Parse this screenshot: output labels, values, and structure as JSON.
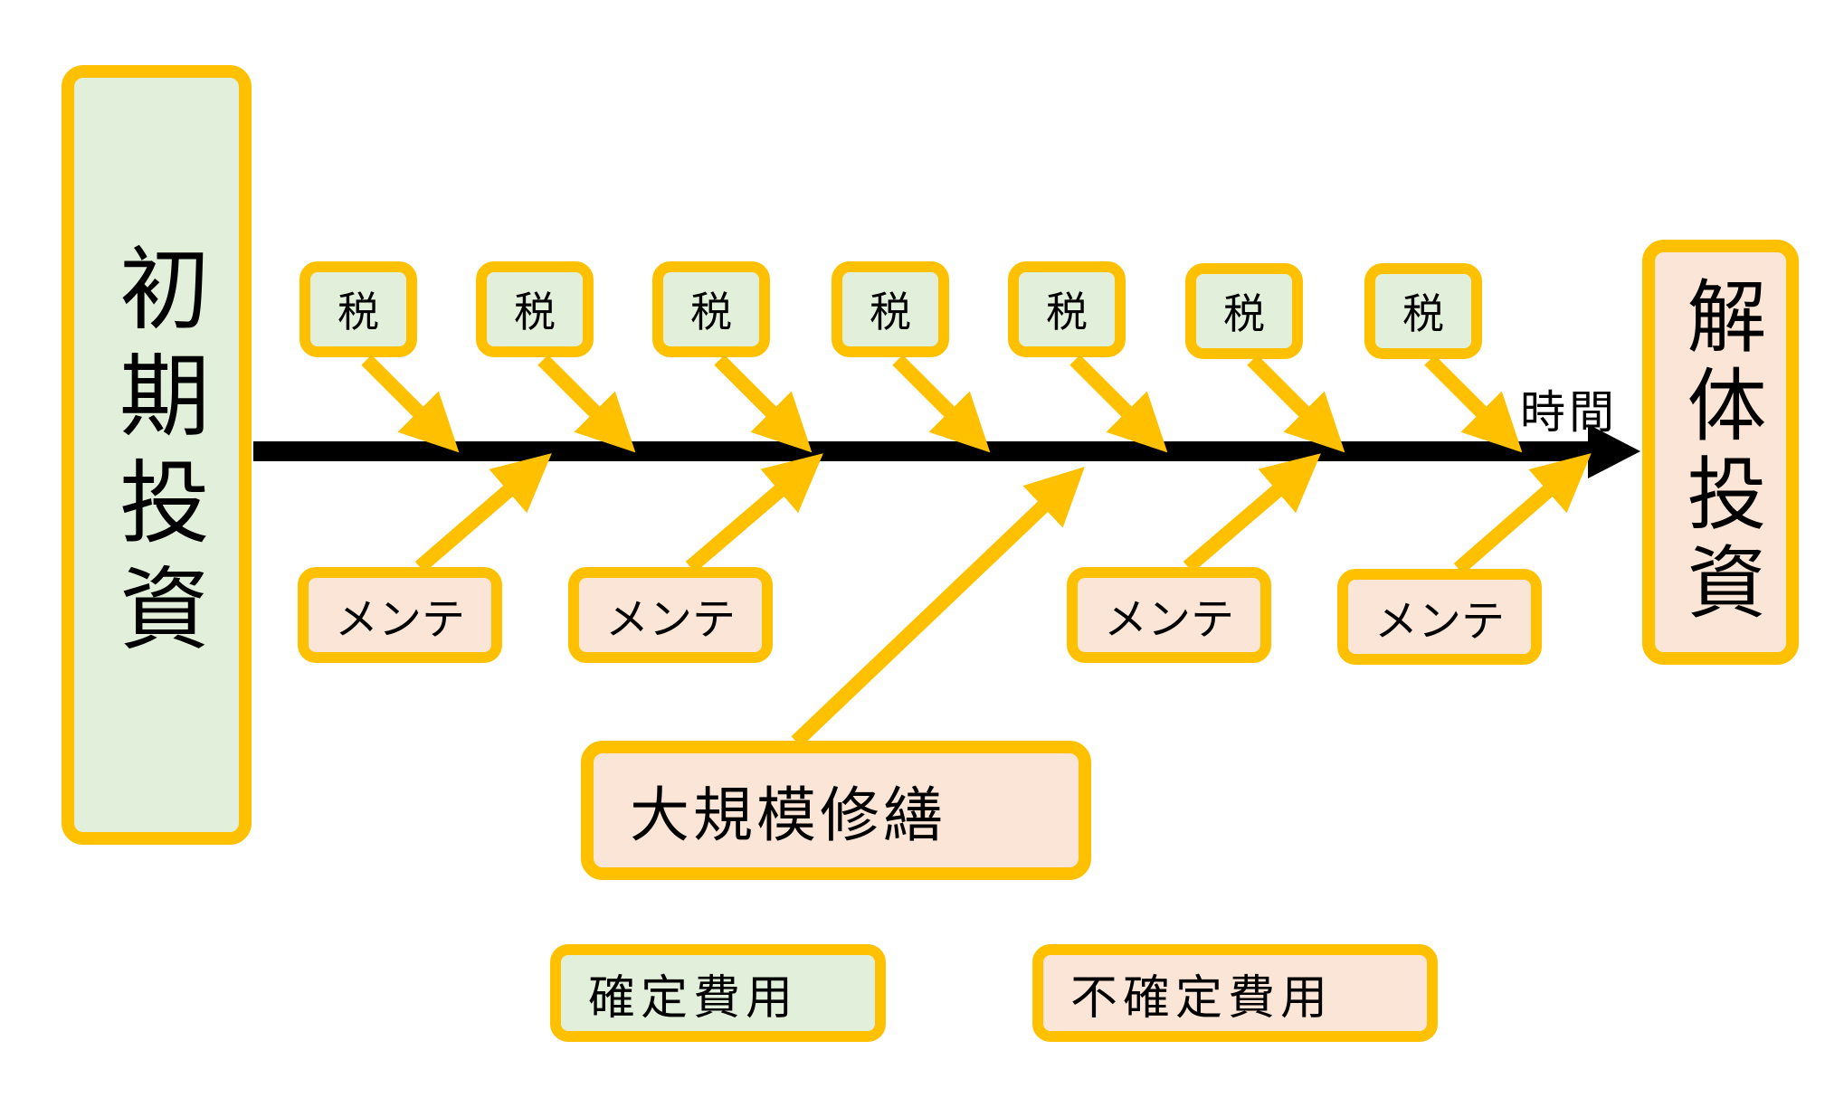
{
  "diagram": {
    "initial_investment": "初期投資",
    "demolition_investment": "解体投資",
    "time_axis_label": "時間",
    "tax_label": "税",
    "tax_count": 7,
    "maintenance_label": "メンテ",
    "maintenance_count": 4,
    "major_repair_label": "大規模修繕",
    "legend": {
      "fixed_cost": "確定費用",
      "uncertain_cost": "不確定費用"
    },
    "colors": {
      "border": "#FFC000",
      "fixed_fill": "#E2EFDA",
      "uncertain_fill": "#FBE5D6",
      "timeline": "#000000"
    }
  }
}
